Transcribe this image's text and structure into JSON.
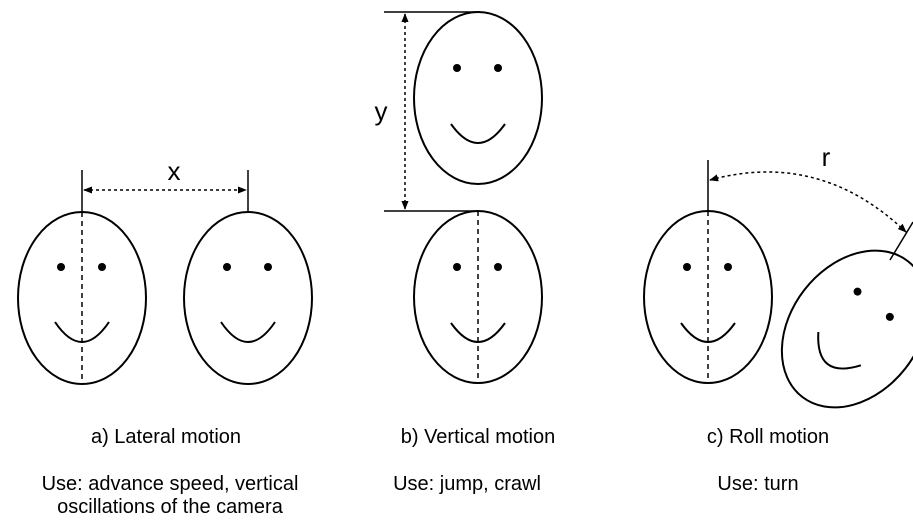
{
  "panels": {
    "lateral": {
      "dimension_label": "x",
      "caption": "a) Lateral motion",
      "use_line1": "Use: advance speed, vertical",
      "use_line2": "oscillations of the camera"
    },
    "vertical": {
      "dimension_label": "y",
      "caption": "b) Vertical motion",
      "use_line1": "Use: jump, crawl"
    },
    "roll": {
      "dimension_label": "r",
      "caption": "c) Roll motion",
      "use_line1": "Use: turn"
    }
  },
  "colors": {
    "ink": "#000000",
    "background": "#ffffff"
  }
}
